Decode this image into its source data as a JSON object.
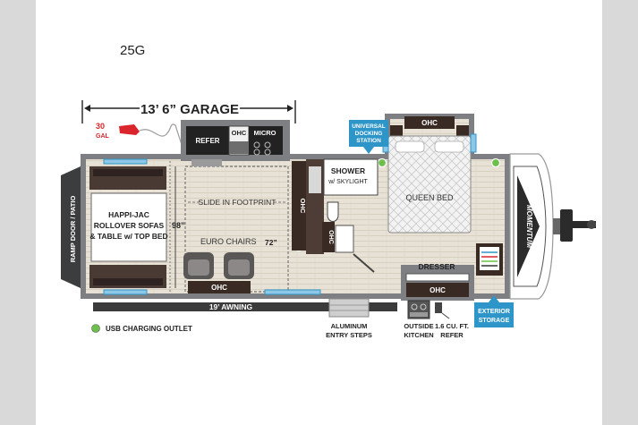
{
  "model": "25G",
  "garage": "13’ 6” GARAGE",
  "fuel": {
    "amount": "30",
    "unit": "GAL"
  },
  "labels": {
    "refer": "REFER",
    "ohc": "OHC",
    "micro": "MICRO",
    "ramp_door": "RAMP DOOR / PATIO",
    "sofas_1": "HAPPI-JAC",
    "sofas_2": "ROLLOVER SOFAS",
    "sofas_3": "& TABLE w/ TOP BED",
    "width_98": "98”",
    "slide": "SLIDE IN FOOTPRINT",
    "euro_chairs": "EURO CHAIRS",
    "width_72": "72”",
    "shower_1": "SHOWER",
    "shower_2": "w/ SKYLIGHT",
    "queen_bed": "QUEEN BED",
    "dresser": "DRESSER",
    "awning": "19’ AWNING",
    "dock_1": "UNIVERSAL",
    "dock_2": "DOCKING",
    "dock_3": "STATION",
    "ext_1": "EXTERIOR",
    "ext_2": "STORAGE",
    "steps_1": "ALUMINUM",
    "steps_2": "ENTRY STEPS",
    "kitchen_1": "OUTSIDE",
    "kitchen_2": "KITCHEN",
    "fridge_1": "1.6 CU. FT.",
    "fridge_2": "REFER",
    "brand": "MOMENTUM"
  },
  "legend": {
    "usb": "USB CHARGING OUTLET"
  },
  "colors": {
    "accent_blue": "#2e95c8",
    "usb_green": "#6cc04a",
    "fuel_red": "#d9252b",
    "wall_gray": "#7d7f82",
    "cabinet_dark": "#3a2a24"
  }
}
